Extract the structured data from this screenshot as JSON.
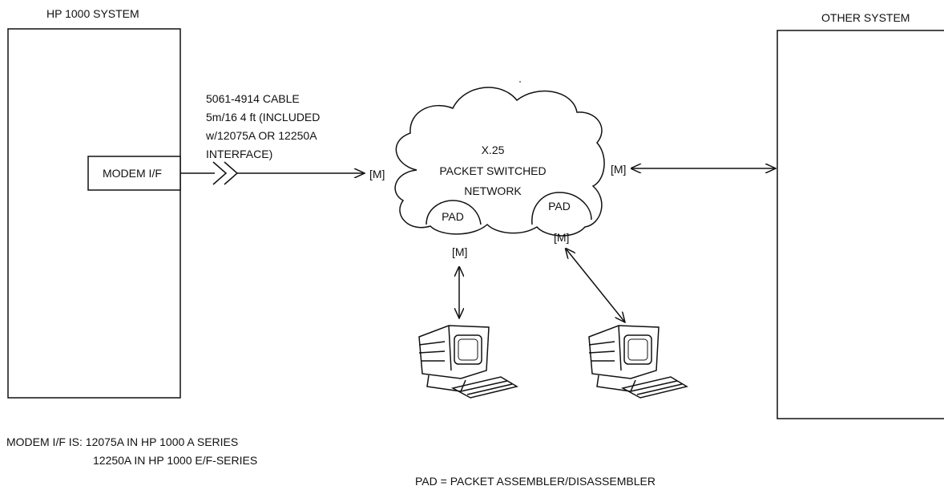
{
  "hp_system": {
    "title": "HP 1000 SYSTEM",
    "modem_label": "MODEM I/F"
  },
  "other_system": {
    "title": "OTHER SYSTEM"
  },
  "cable": {
    "lines": [
      "5061-4914 CABLE",
      "5m/16 4 ft (INCLUDED",
      "w/12075A OR 12250A",
      "INTERFACE)"
    ]
  },
  "network": {
    "lines": [
      "X.25",
      "PACKET SWITCHED",
      "NETWORK"
    ],
    "pad_left": "PAD",
    "pad_right": "PAD"
  },
  "modems": {
    "host": "[M]",
    "other": "[M]",
    "pad_left": "[M]",
    "pad_right": "[M]"
  },
  "notes": {
    "modem_if": [
      "MODEM I/F IS: 12075A IN HP 1000 A SERIES",
      "12250A IN HP 1000 E/F-SERIES"
    ],
    "pad_definition": "PAD = PACKET ASSEMBLER/DISASSEMBLER"
  }
}
